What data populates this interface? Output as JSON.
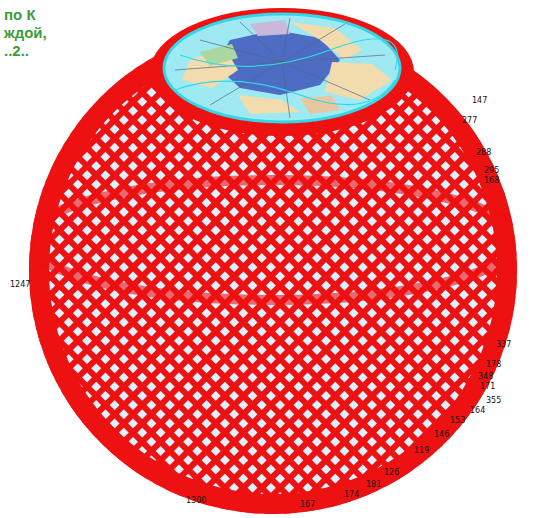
{
  "diagram": {
    "labels": [
      "по К",
      "ждой,",
      "..2..",
      "147",
      "277",
      "288",
      "295",
      "168",
      "337",
      "178",
      "348",
      "171",
      "355",
      "164",
      "153",
      "146",
      "119",
      "126",
      "181",
      "174",
      "167",
      "1300",
      "1247"
    ]
  }
}
